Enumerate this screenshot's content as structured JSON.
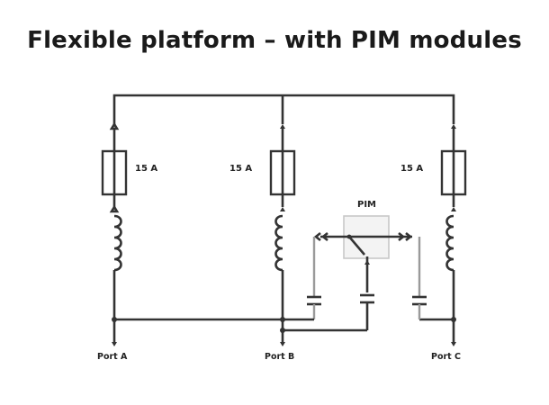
{
  "title": "Flexible platform – with PIM modules",
  "fuses": [
    {
      "id": "a",
      "rating": "15 A"
    },
    {
      "id": "b",
      "rating": "15 A"
    },
    {
      "id": "c",
      "rating": "15 A"
    }
  ],
  "pim": {
    "label": "PIM"
  },
  "ports": [
    {
      "id": "a",
      "label": "Port A"
    },
    {
      "id": "b",
      "label": "Port B"
    },
    {
      "id": "c",
      "label": "Port C"
    }
  ],
  "colors": {
    "wire": "#333333",
    "pim_box": "#c8c8c8",
    "capacitor_wire": "#9a9a9a"
  }
}
